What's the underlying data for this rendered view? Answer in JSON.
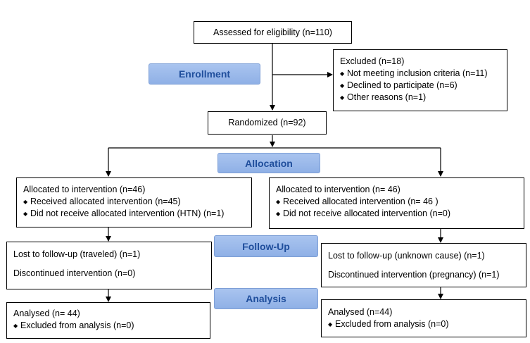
{
  "assessed": "Assessed for eligibility (n=110)",
  "excluded": {
    "title": "Excluded (n=18)",
    "items": [
      "Not meeting inclusion criteria (n=11)",
      "Declined to participate (n=6)",
      "Other reasons (n=1)"
    ]
  },
  "randomized": "Randomized (n=92)",
  "stages": {
    "enrollment": "Enrollment",
    "allocation": "Allocation",
    "followup": "Follow-Up",
    "analysis": "Analysis"
  },
  "left": {
    "allocated": {
      "title": "Allocated to intervention (n=46)",
      "items": [
        "Received allocated intervention (n=45)",
        "Did not receive allocated intervention (HTN) (n=1)"
      ]
    },
    "followup": {
      "lost": "Lost to follow-up (traveled) (n=1)",
      "discontinued": "Discontinued intervention (n=0)"
    },
    "analysed": {
      "title": "Analysed (n= 44)",
      "items": [
        "Excluded from analysis (n=0)"
      ]
    }
  },
  "right": {
    "allocated": {
      "title": "Allocated to intervention (n= 46)",
      "items": [
        "Received allocated intervention (n= 46 )",
        "Did not receive allocated intervention (n=0)"
      ]
    },
    "followup": {
      "lost": "Lost to follow-up (unknown cause) (n=1)",
      "discontinued": "Discontinued intervention (pregnancy) (n=1)"
    },
    "analysed": {
      "title": "Analysed (n=44)",
      "items": [
        "Excluded from analysis (n=0)"
      ]
    }
  }
}
